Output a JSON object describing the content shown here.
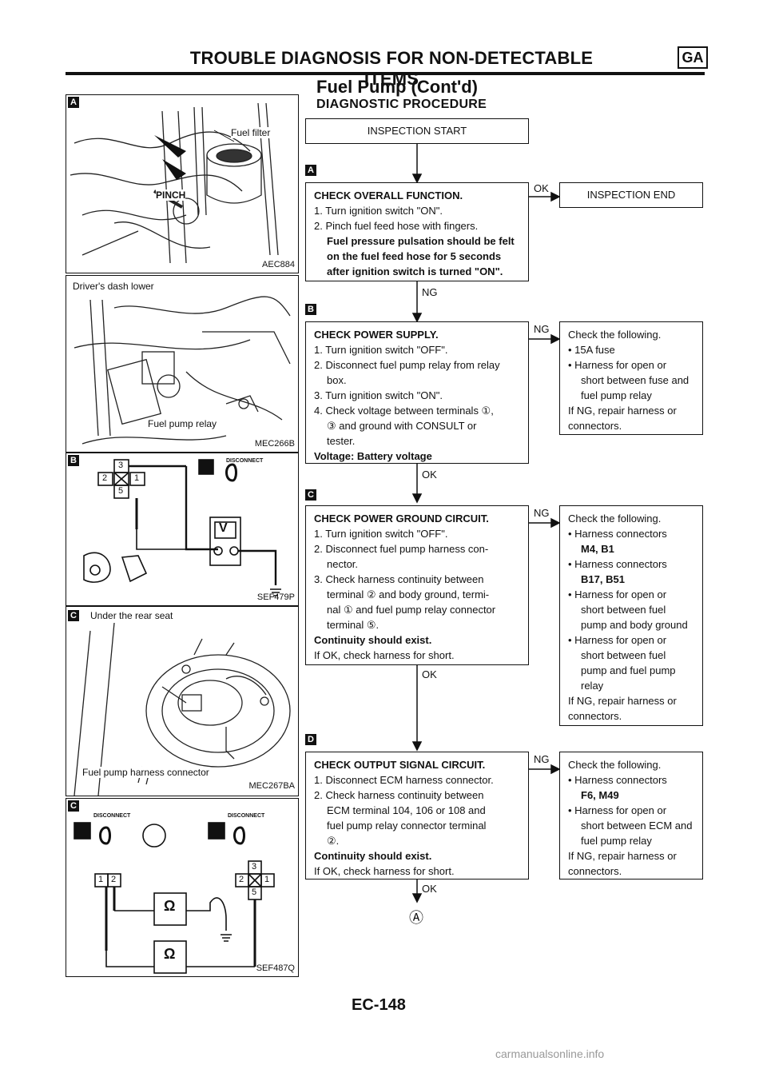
{
  "header": {
    "title": "TROUBLE DIAGNOSIS FOR NON-DETECTABLE ITEMS",
    "badge": "GA"
  },
  "section": {
    "title": "Fuel Pump (Cont'd)",
    "subtitle": "DIAGNOSTIC PROCEDURE"
  },
  "figures": {
    "a": {
      "tag": "A",
      "label": "Fuel filter",
      "pinch": "PINCH",
      "code": "AEC884"
    },
    "relay": {
      "label_top": "Driver's dash lower",
      "label": "Fuel pump relay",
      "code": "MEC266B"
    },
    "b": {
      "tag": "B",
      "code": "SEF479P",
      "disconnect": "DISCONNECT",
      "meter": "V",
      "pins": [
        "3",
        "2",
        "1",
        "5"
      ]
    },
    "c1": {
      "tag": "C",
      "label_top": "Under the rear seat",
      "label": "Fuel pump harness connector",
      "code": "MEC267BA"
    },
    "c2": {
      "tag": "C",
      "code": "SEF487Q",
      "disconnect": "DISCONNECT",
      "meter": "Ω",
      "pins_a": [
        "1",
        "2"
      ],
      "pins_b": [
        "3",
        "2",
        "1",
        "5"
      ]
    }
  },
  "flow": {
    "start": "INSPECTION START",
    "end": "INSPECTION END",
    "tags": [
      "A",
      "B",
      "C",
      "D"
    ],
    "step1": {
      "title": "CHECK OVERALL FUNCTION.",
      "l1": "1. Turn ignition switch \"ON\".",
      "l2": "2. Pinch fuel feed hose with fingers.",
      "b1": "Fuel pressure pulsation should be felt",
      "b2": "on the fuel feed hose for 5 seconds",
      "b3": "after ignition switch is turned \"ON\"."
    },
    "step2": {
      "title": "CHECK POWER SUPPLY.",
      "l1": "1. Turn ignition switch \"OFF\".",
      "l2": "2. Disconnect fuel pump relay from relay",
      "l2b": "box.",
      "l3": "3. Turn ignition switch \"ON\".",
      "l4": "4. Check voltage between terminals ①,",
      "l4b": "③ and ground with CONSULT or",
      "l4c": "tester.",
      "b1": "Voltage: Battery voltage"
    },
    "step2ng": {
      "l1": "Check the following.",
      "l2": "• 15A fuse",
      "l3": "• Harness for open or",
      "l4": "short between fuse and",
      "l5": "fuel pump relay",
      "l6": "If NG, repair harness or",
      "l7": "connectors."
    },
    "step3": {
      "title": "CHECK POWER GROUND CIRCUIT.",
      "l1": "1. Turn ignition switch \"OFF\".",
      "l2": "2. Disconnect fuel pump harness con-",
      "l2b": "nector.",
      "l3": "3. Check harness continuity between",
      "l3b": "terminal ② and body ground, termi-",
      "l3c": "nal ① and fuel pump relay connector",
      "l3d": "terminal ⑤.",
      "b1": "Continuity should exist.",
      "l4": "If OK, check harness for short."
    },
    "step3ng": {
      "l1": "Check the following.",
      "l2": "• Harness connectors",
      "l3": "M4, B1",
      "l4": "• Harness connectors",
      "l5": "B17, B51",
      "l6": "• Harness for open or",
      "l7": "short between fuel",
      "l8": "pump and body ground",
      "l9": "• Harness for open or",
      "l10": "short between fuel",
      "l11": "pump and fuel pump",
      "l12": "relay",
      "l13": "If NG, repair harness or",
      "l14": "connectors."
    },
    "step4": {
      "title": "CHECK OUTPUT SIGNAL CIRCUIT.",
      "l1": "1. Disconnect ECM harness connector.",
      "l2": "2. Check harness continuity between",
      "l2b": "ECM terminal 104, 106 or 108 and",
      "l2c": "fuel pump relay connector terminal",
      "l2d": "②.",
      "b1": "Continuity should exist.",
      "l3": "If OK, check harness for short."
    },
    "step4ng": {
      "l1": "Check the following.",
      "l2": "• Harness connectors",
      "l3": "F6, M49",
      "l4": "• Harness for open or",
      "l5": "short between ECM and",
      "l6": "fuel pump relay",
      "l7": "If NG, repair harness or",
      "l8": "connectors."
    },
    "ok": "OK",
    "ng": "NG",
    "next": "Ⓐ"
  },
  "footer": {
    "page": "EC-148"
  },
  "watermark": "carmanualsonline.info"
}
